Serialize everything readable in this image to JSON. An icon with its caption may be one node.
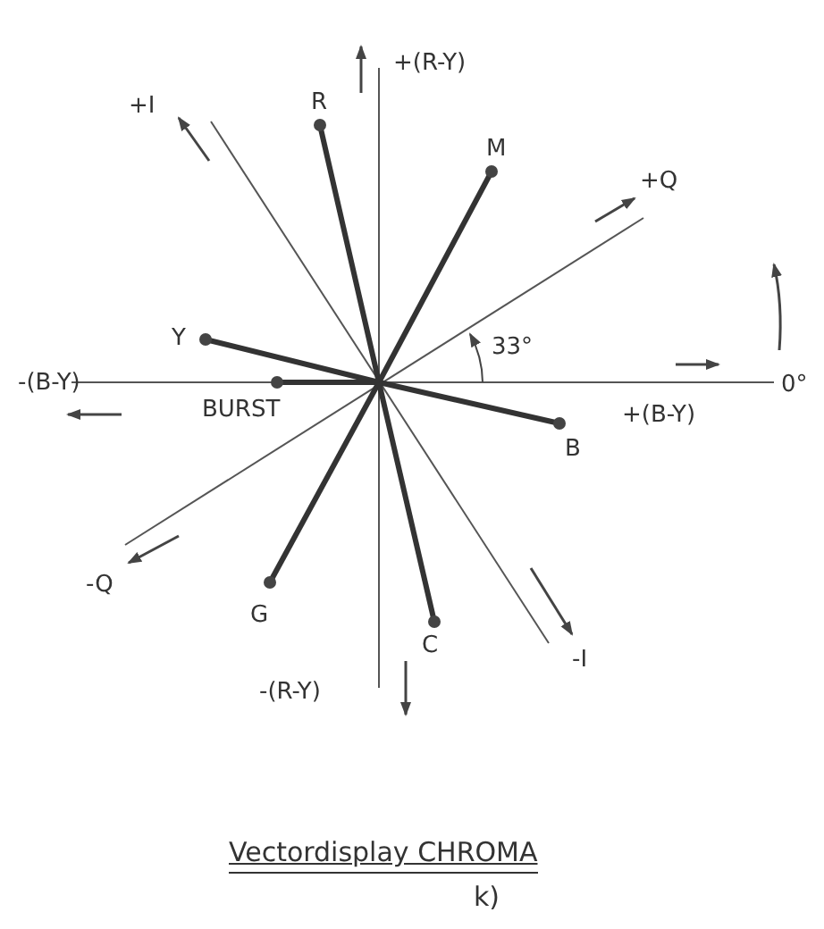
{
  "diagram": {
    "caption": "Vectordisplay CHROMA",
    "labels": [
      "+(R-Y)",
      "+I",
      "R",
      "M",
      "+Q",
      "Y",
      "-(B-Y)",
      "33°",
      "0°",
      "BURST",
      "+(B-Y)",
      "B",
      "-Q",
      "G",
      "C",
      "-I",
      "-(R-Y)",
      "k)"
    ]
  }
}
